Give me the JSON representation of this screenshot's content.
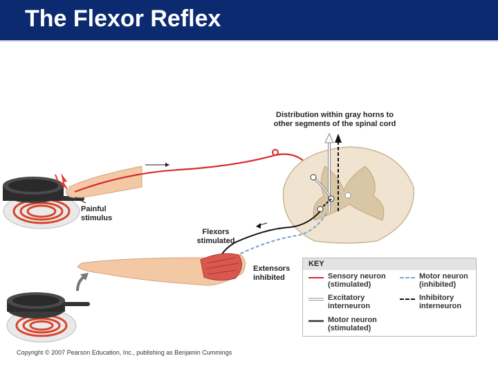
{
  "slide": {
    "title": "The Flexor Reflex",
    "copyright": "Copyright © 2007 Pearson Education, Inc., publishing as Benjamin Cummings"
  },
  "labels": {
    "distribution_line1": "Distribution within gray horns to",
    "distribution_line2": "other segments of the spinal cord",
    "painful_line1": "Painful",
    "painful_line2": "stimulus",
    "flexors_line1": "Flexors",
    "flexors_line2": "stimulated",
    "extensors_line1": "Extensors",
    "extensors_line2": "inhibited"
  },
  "key": {
    "title": "KEY",
    "items": [
      {
        "line1": "Sensory neuron",
        "line2": "(stimulated)",
        "style": "solid",
        "color": "#d9272e"
      },
      {
        "line1": "Motor neuron",
        "line2": "(inhibited)",
        "style": "dashed",
        "color": "#7fa7cf"
      },
      {
        "line1": "Excitatory",
        "line2": "interneuron",
        "style": "double",
        "color": "#9a9a9a"
      },
      {
        "line1": "Inhibitory",
        "line2": "interneuron",
        "style": "dashed",
        "color": "#111111"
      },
      {
        "line1": "Motor neuron",
        "line2": "(stimulated)",
        "style": "solid",
        "color": "#333333"
      }
    ]
  },
  "colors": {
    "title_bar": "#0b2a6f",
    "sensory": "#d9272e",
    "motor_inhibited": "#7fa7cf",
    "motor_stimulated": "#111111",
    "skin": "#f2c9a4",
    "cord_gray": "#e8d8bf",
    "burner": "#d8442a"
  }
}
